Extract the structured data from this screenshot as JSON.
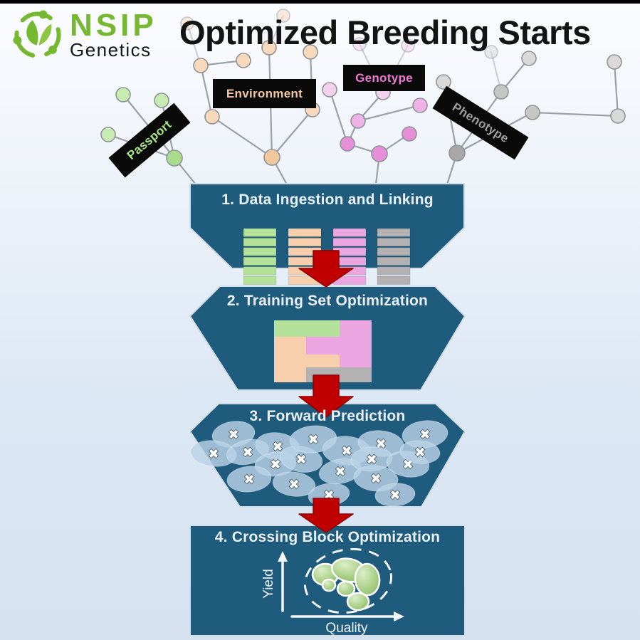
{
  "header": {
    "logo_text_primary": "NSIP",
    "logo_text_secondary": "Genetics",
    "title": "Optimized Breeding Starts"
  },
  "icons": {
    "logo": "leaf-ring-icon",
    "flow": "down-arrow-icon",
    "prediction_mark": "x-mark-icon",
    "axes": "axis-arrow-icon"
  },
  "datasets": [
    {
      "label": "Passport",
      "color": "#a6e487"
    },
    {
      "label": "Environment",
      "color": "#f4c79e"
    },
    {
      "label": "Genotype",
      "color": "#ee79d5"
    },
    {
      "label": "Phenotype",
      "color": "#9c9c9c"
    }
  ],
  "funnel": {
    "stages": [
      {
        "label": "1. Data Ingestion and Linking"
      },
      {
        "label": "2. Training Set Optimization"
      },
      {
        "label": "3. Forward Prediction"
      },
      {
        "label": "4. Crossing Block Optimization"
      }
    ]
  },
  "stage4_chart": {
    "type": "scatter",
    "xlabel": "Quality",
    "ylabel": "Yield",
    "annotation": "cluster of selected crosses circled with dashed ellipse at high yield and quality"
  },
  "colors": {
    "logoGreen": "#76b82f",
    "teal": "#1e5b7d",
    "shapeStroke": "#d2dde6",
    "arrowRed": "#c00000",
    "arrowRedDark": "#8e0000",
    "passport": "#a6e487",
    "environment": "#f4c79e",
    "genotype": "#ee79d5",
    "phenotype": "#9c9c9c",
    "colGreen": "#b5e29b",
    "colPeach": "#f7cfad",
    "colPink": "#eba6e2",
    "colGray": "#b3b1b2",
    "nodeStroke": "#8e9398",
    "edge": "#9aa0a6",
    "ellipse": "#b9d2e6",
    "blobLight": "#d9eec6",
    "blobDark": "#8fbf6e",
    "white": "#f2f6f9"
  }
}
